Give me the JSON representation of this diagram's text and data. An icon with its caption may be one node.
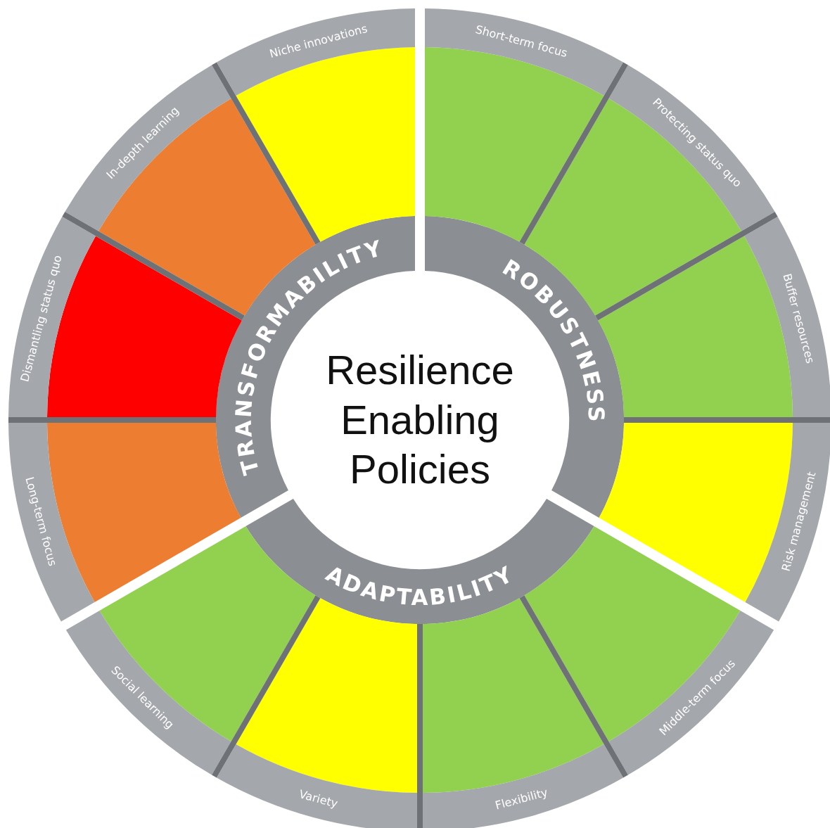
{
  "diagram": {
    "nodes": [
      {
        "text": [
          "Resilience Enabling Policies"
        ]
      },
      {
        "text": [
          "TRANSFORMABILITY"
        ]
      },
      {
        "text": [
          "ROBUSTNESS"
        ]
      },
      {
        "text": [
          "ADAPTABILITY"
        ]
      },
      {
        "text": [
          "Niche innovations"
        ]
      },
      {
        "text": [
          "Short-term focus"
        ]
      },
      {
        "text": [
          "Protecting status quo"
        ]
      },
      {
        "text": [
          "Buffer resources"
        ]
      },
      {
        "text": [
          "Risk management"
        ]
      },
      {
        "text": [
          "Middle-term focus"
        ]
      },
      {
        "text": [
          "Flexibility"
        ]
      },
      {
        "text": [
          "Variety"
        ]
      },
      {
        "text": [
          "Social learning"
        ]
      },
      {
        "text": [
          "Long-term focus"
        ]
      },
      {
        "text": [
          "Dismantling status quo"
        ]
      },
      {
        "text": [
          "In-depth learning"
        ]
      }
    ]
  }
}
